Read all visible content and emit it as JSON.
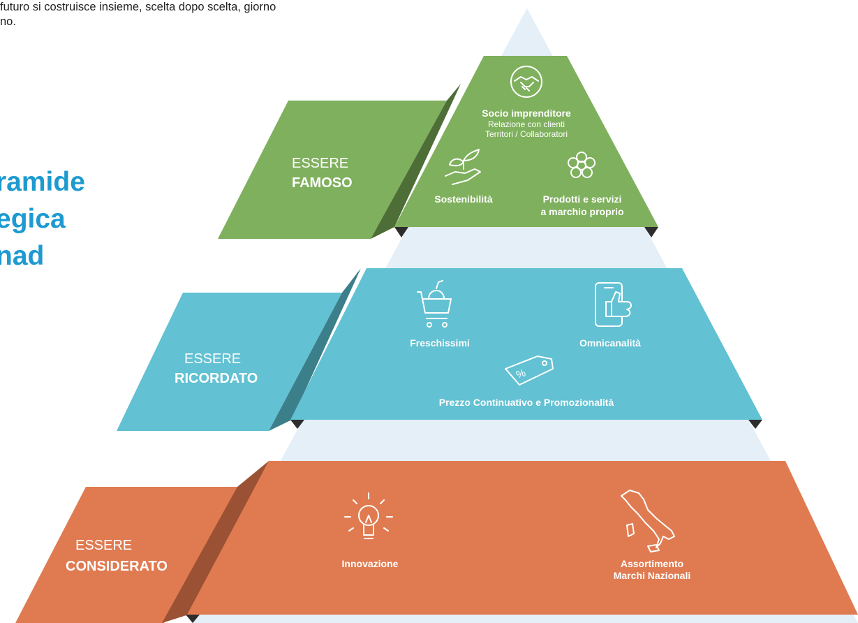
{
  "intro": {
    "line1": "futuro si costruisce insieme, scelta dopo scelta, giorno",
    "line2": "no."
  },
  "title": {
    "line1": "ramide",
    "line2": "egica",
    "line3": "nad"
  },
  "levels": {
    "famoso": {
      "label_top": "ESSERE",
      "label_bottom": "FAMOSO",
      "color": "#7fb05d",
      "items": {
        "socio": {
          "title": "Socio imprenditore",
          "sub1": "Relazione con clienti",
          "sub2": "Territori / Collaboratori"
        },
        "sostenibilita": {
          "title": "Sostenibilità"
        },
        "prodotti": {
          "title1": "Prodotti e servizi",
          "title2": "a marchio proprio"
        }
      }
    },
    "ricordato": {
      "label_top": "ESSERE",
      "label_bottom": "RICORDATO",
      "color": "#62c1d2",
      "items": {
        "freschissimi": {
          "title": "Freschissimi"
        },
        "omnicanalita": {
          "title": "Omnicanalità"
        },
        "prezzo": {
          "title": "Prezzo Continuativo e Promozionalità"
        }
      }
    },
    "considerato": {
      "label_top": "ESSERE",
      "label_bottom": "CONSIDERATO",
      "color": "#e07b51",
      "items": {
        "innovazione": {
          "title": "Innovazione"
        },
        "assortimento": {
          "title1": "Assortimento",
          "title2": "Marchi Nazionali"
        }
      }
    }
  },
  "colors": {
    "pyramid_bg": "#e4eff8",
    "title": "#1e9ad1"
  }
}
